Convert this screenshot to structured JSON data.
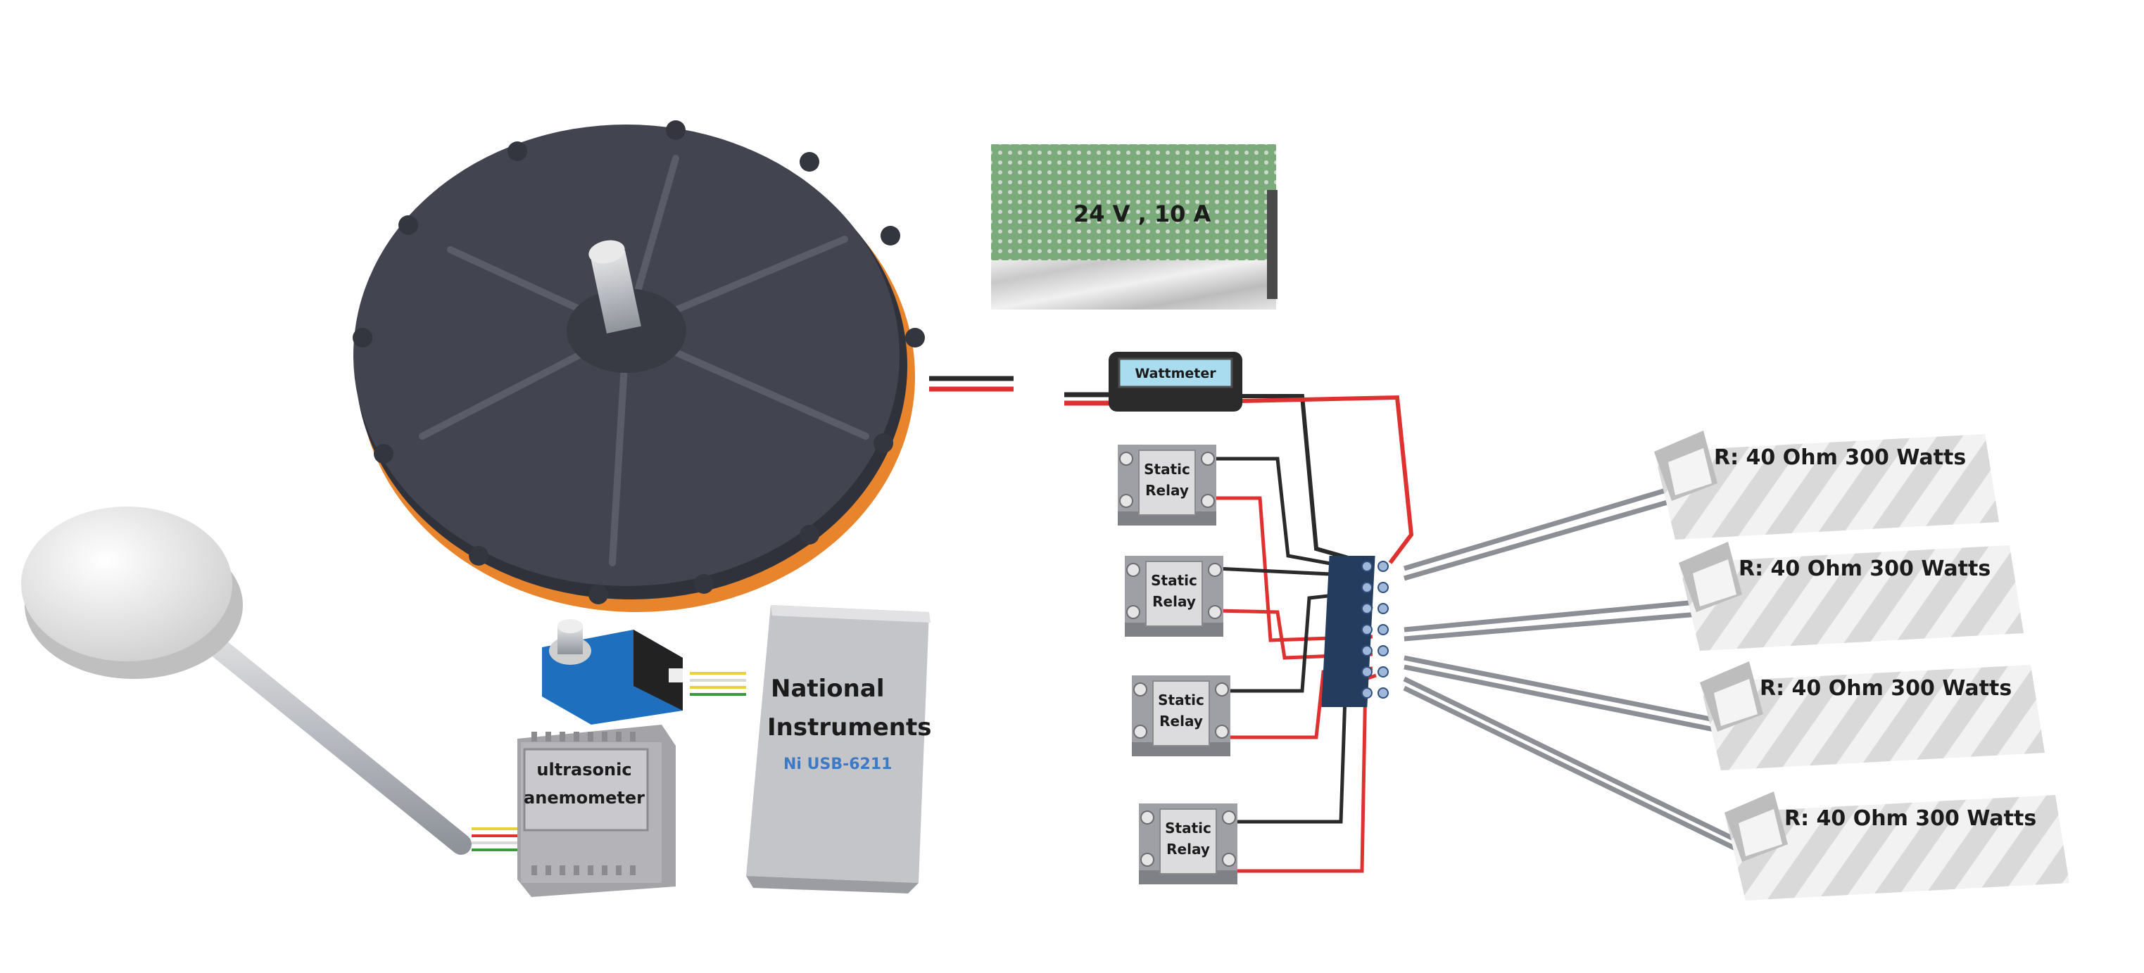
{
  "components": {
    "power_supply": {
      "label": "24 V , 10 A"
    },
    "wattmeter": {
      "label": "Wattmeter"
    },
    "relays": [
      {
        "line1": "Static",
        "line2": "Relay"
      },
      {
        "line1": "Static",
        "line2": "Relay"
      },
      {
        "line1": "Static",
        "line2": "Relay"
      },
      {
        "line1": "Static",
        "line2": "Relay"
      }
    ],
    "resistors": [
      {
        "label": "R: 40 Ohm 300 Watts"
      },
      {
        "label": "R: 40 Ohm 300 Watts"
      },
      {
        "label": "R: 40 Ohm 300 Watts"
      },
      {
        "label": "R: 40 Ohm 300 Watts"
      }
    ],
    "daq": {
      "line1": "National",
      "line2": "Instruments",
      "model": "Ni USB-6211"
    },
    "anemometer": {
      "line1": "ultrasonic",
      "line2": "anemometer"
    }
  },
  "colors": {
    "generator_body": "#42454f",
    "generator_ring": "#e8842c",
    "wire_red": "#e03131",
    "wire_black": "#2a2a2a",
    "terminal_block": "#2f4f80",
    "encoder_blue": "#1e6fbe",
    "pcb_green": "#5f9c5f",
    "wattmeter_screen": "#a9dcef"
  },
  "icons": [
    "wind-generator-icon",
    "power-supply-icon",
    "wattmeter-icon",
    "static-relay-icon",
    "terminal-block-icon",
    "power-resistor-icon",
    "encoder-icon",
    "daq-box-icon",
    "anemometer-icon",
    "sensor-head-icon"
  ]
}
